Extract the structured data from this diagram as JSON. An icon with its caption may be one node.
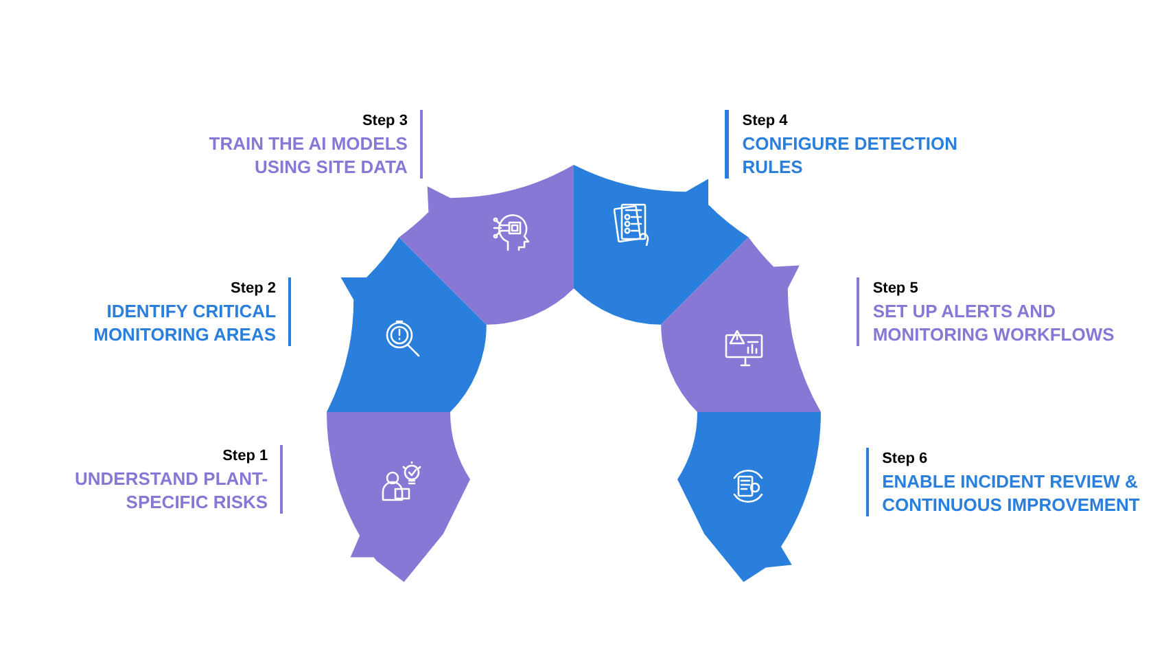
{
  "diagram": {
    "nodes": [
      {
        "text": [
          "Step 1",
          "UNDERSTAND PLANT-SPECIFIC RISKS"
        ]
      },
      {
        "text": [
          "Step 2",
          "IDENTIFY CRITICAL MONITORING AREAS"
        ]
      },
      {
        "text": [
          "Step 3",
          "TRAIN THE AI MODELS USING SITE DATA"
        ]
      },
      {
        "text": [
          "Step 4",
          "CONFIGURE DETECTION RULES"
        ]
      },
      {
        "text": [
          "Step 5",
          "SET UP ALERTS AND MONITORING WORKFLOWS"
        ]
      },
      {
        "text": [
          "Step 6",
          "ENABLE INCIDENT REVIEW & CONTINUOUS IMPROVEMENT"
        ]
      }
    ]
  }
}
